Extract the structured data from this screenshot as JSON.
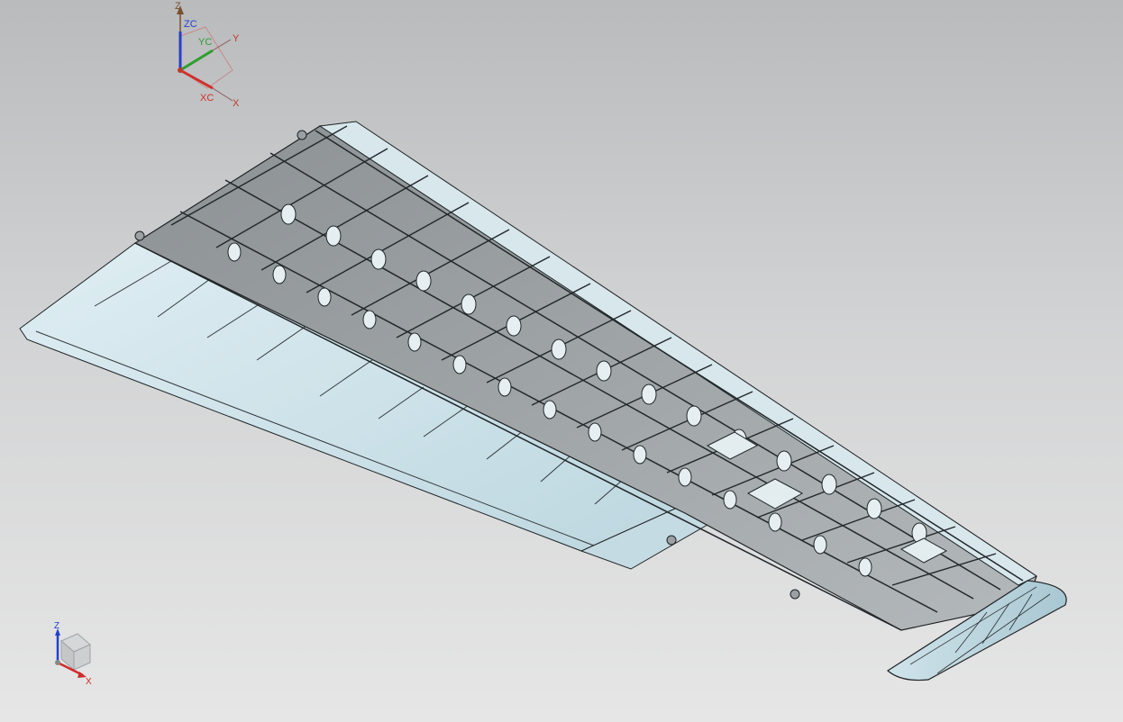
{
  "viewport": {
    "background_top": "#b9bbbc",
    "background_bottom": "#e6e6e6"
  },
  "wcs_triad": {
    "z_label": "Z",
    "zc_label": "ZC",
    "yc_label": "YC",
    "y_label": "Y",
    "xc_label": "XC",
    "x_label": "X",
    "z_color": "#c0392b",
    "zc_color": "#2a3fc9",
    "yc_color": "#2e9e2e",
    "xc_color": "#d0302a"
  },
  "view_triad": {
    "z_label": "Z",
    "x_label": "X",
    "z_color": "#1f3fd0",
    "x_color": "#d02a2a",
    "cube_icon": "view-cube-icon"
  },
  "model": {
    "name": "wing-structure",
    "skin_color": "#cfe3ea",
    "frame_color": "#6c7073",
    "edge_color": "#1e2224"
  }
}
